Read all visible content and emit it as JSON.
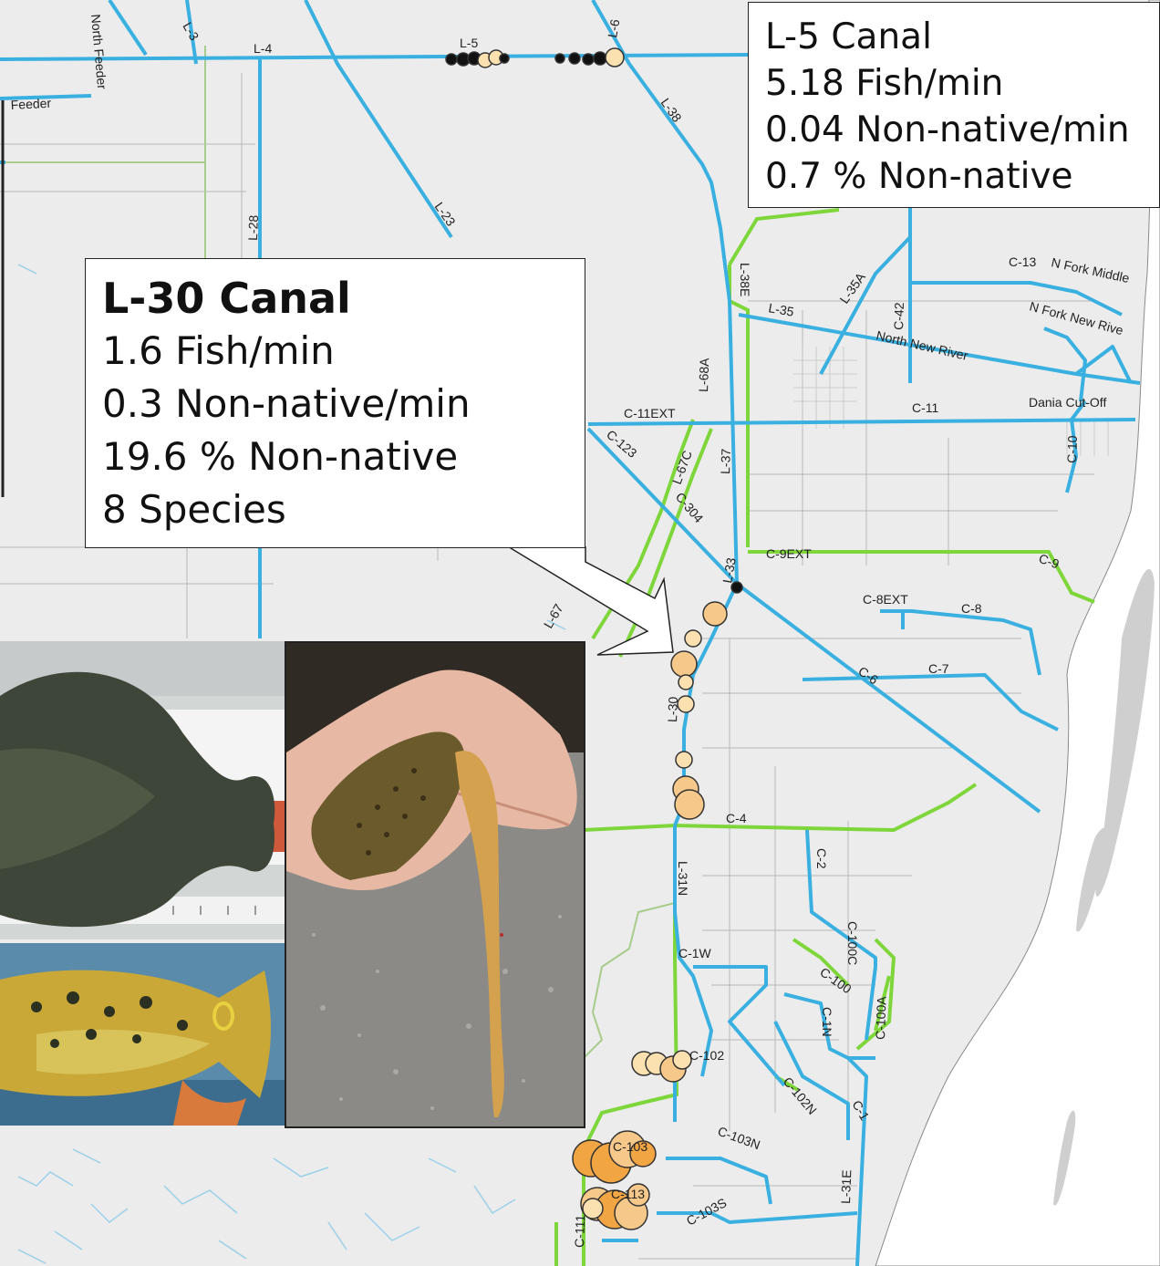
{
  "callouts": {
    "l5": {
      "title": "L-5 Canal",
      "fish_rate": "5.18 Fish/min",
      "nonnative_rate": "0.04 Non-native/min",
      "pct_nonnative": "0.7 % Non-native"
    },
    "l30": {
      "title": "L-30 Canal",
      "fish_rate": "1.6 Fish/min",
      "nonnative_rate": "0.3 Non-native/min",
      "pct_nonnative": "19.6 % Non-native",
      "species": "8 Species"
    }
  },
  "canal_labels": {
    "l3": "L-3",
    "l4": "L-4",
    "l5": "L-5",
    "l6": "L-6",
    "north_feeder": "North Feeder",
    "feeder": "Feeder",
    "l38": "L-38",
    "l28": "L-28",
    "l23": "L-23",
    "l38e": "L-38E",
    "l35": "L-35",
    "l35a": "L-35A",
    "c42": "C-42",
    "c13": "C-13",
    "n_fork_middle": "N Fork Middle",
    "n_fork_new": "N Fork New Rive",
    "north_new_river": "North New River",
    "l68a": "L-68A",
    "c11ext": "C-11EXT",
    "c11": "C-11",
    "dania": "Dania Cut-Off",
    "c10": "C-10",
    "c123": "C-123",
    "l67c": "L-67C",
    "l37": "L-37",
    "c304": "C-304",
    "c9ext": "C-9EXT",
    "c9": "C-9",
    "l33": "L-33",
    "c8ext": "C-8EXT",
    "c8": "C-8",
    "l67": "L-67",
    "c6": "C-6",
    "c7": "C-7",
    "l30": "L-30",
    "c4": "C-4",
    "l31n": "L-31N",
    "c2": "C-2",
    "c1w": "C-1W",
    "c100c": "C-100C",
    "c100": "C-100",
    "c100a": "C-100A",
    "c1n": "C-1N",
    "c102": "C-102",
    "c102n": "C-102N",
    "c1": "C-1",
    "c103n": "C-103N",
    "c103": "C-103",
    "l31e": "L-31E",
    "c103s": "C-103S",
    "c111": "C-111",
    "c113": "C-113"
  },
  "colors": {
    "land": "#ececec",
    "water": "#ffffff",
    "canal": "#3ab0e0",
    "levee": "#7ed63a",
    "road": "#b8b8b8",
    "site_light": "#fbe0b0",
    "site_mid": "#f6c88a",
    "site_dark": "#f2a643",
    "site_black": "#111111"
  },
  "photos": {
    "tilapia": "tilapia-photo",
    "peacock_bass": "peacock-bass-photo",
    "swamp_eel": "swamp-eel-photo"
  }
}
